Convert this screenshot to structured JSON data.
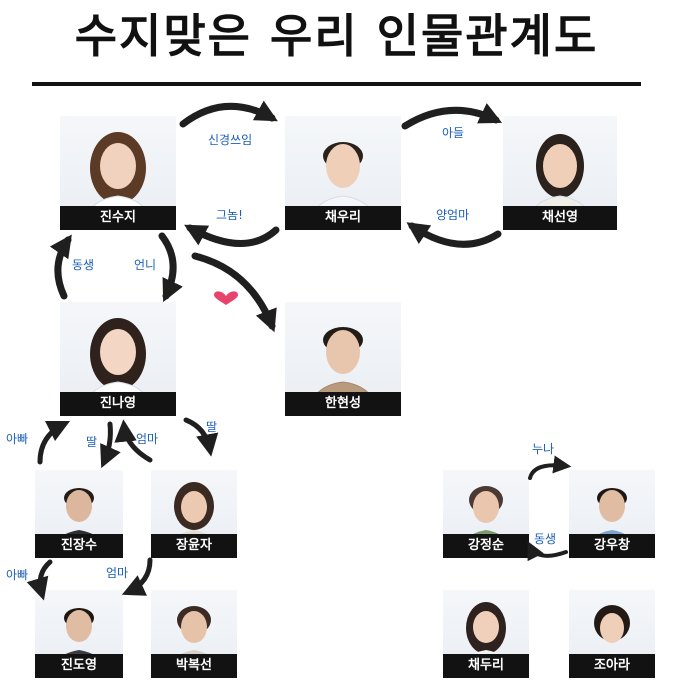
{
  "title": "수지맞은 우리 인물관계도",
  "colors": {
    "label": "#1c5fb8",
    "nameplate": "#121212",
    "arrow": "#1f1f1f",
    "heart": "#e8436c"
  },
  "people": {
    "jin_suji": "진수지",
    "chae_uri": "채우리",
    "chae_seonyoung": "채선영",
    "jin_nayoung": "진나영",
    "han_hyeonseong": "한현성",
    "jin_jangsu": "진장수",
    "jang_yunja": "장윤자",
    "jin_doyoung": "진도영",
    "park_bokseon": "박복선",
    "kang_jeongsun": "강정순",
    "kang_uchang": "강우창",
    "chae_duri": "채두리",
    "jo_ara": "조아라"
  },
  "relations": {
    "suji_to_uri": "신경쓰임",
    "uri_to_suji": "그놈!",
    "uri_to_seonyoung": "아들",
    "seonyoung_to_uri": "양엄마",
    "suji_to_nayoung": "언니",
    "nayoung_to_suji": "동생",
    "jangsu_to_nayoung": "아빠",
    "nayoung_to_jangsu": "딸",
    "jangsu_to_doyoung": "아빠",
    "yunja_to_nayoung": "엄마",
    "nayoung_to_yunja": "딸",
    "yunja_to_doyoung": "엄마",
    "jeongsun_to_uchang": "누나",
    "uchang_to_jeongsun": "동생"
  }
}
